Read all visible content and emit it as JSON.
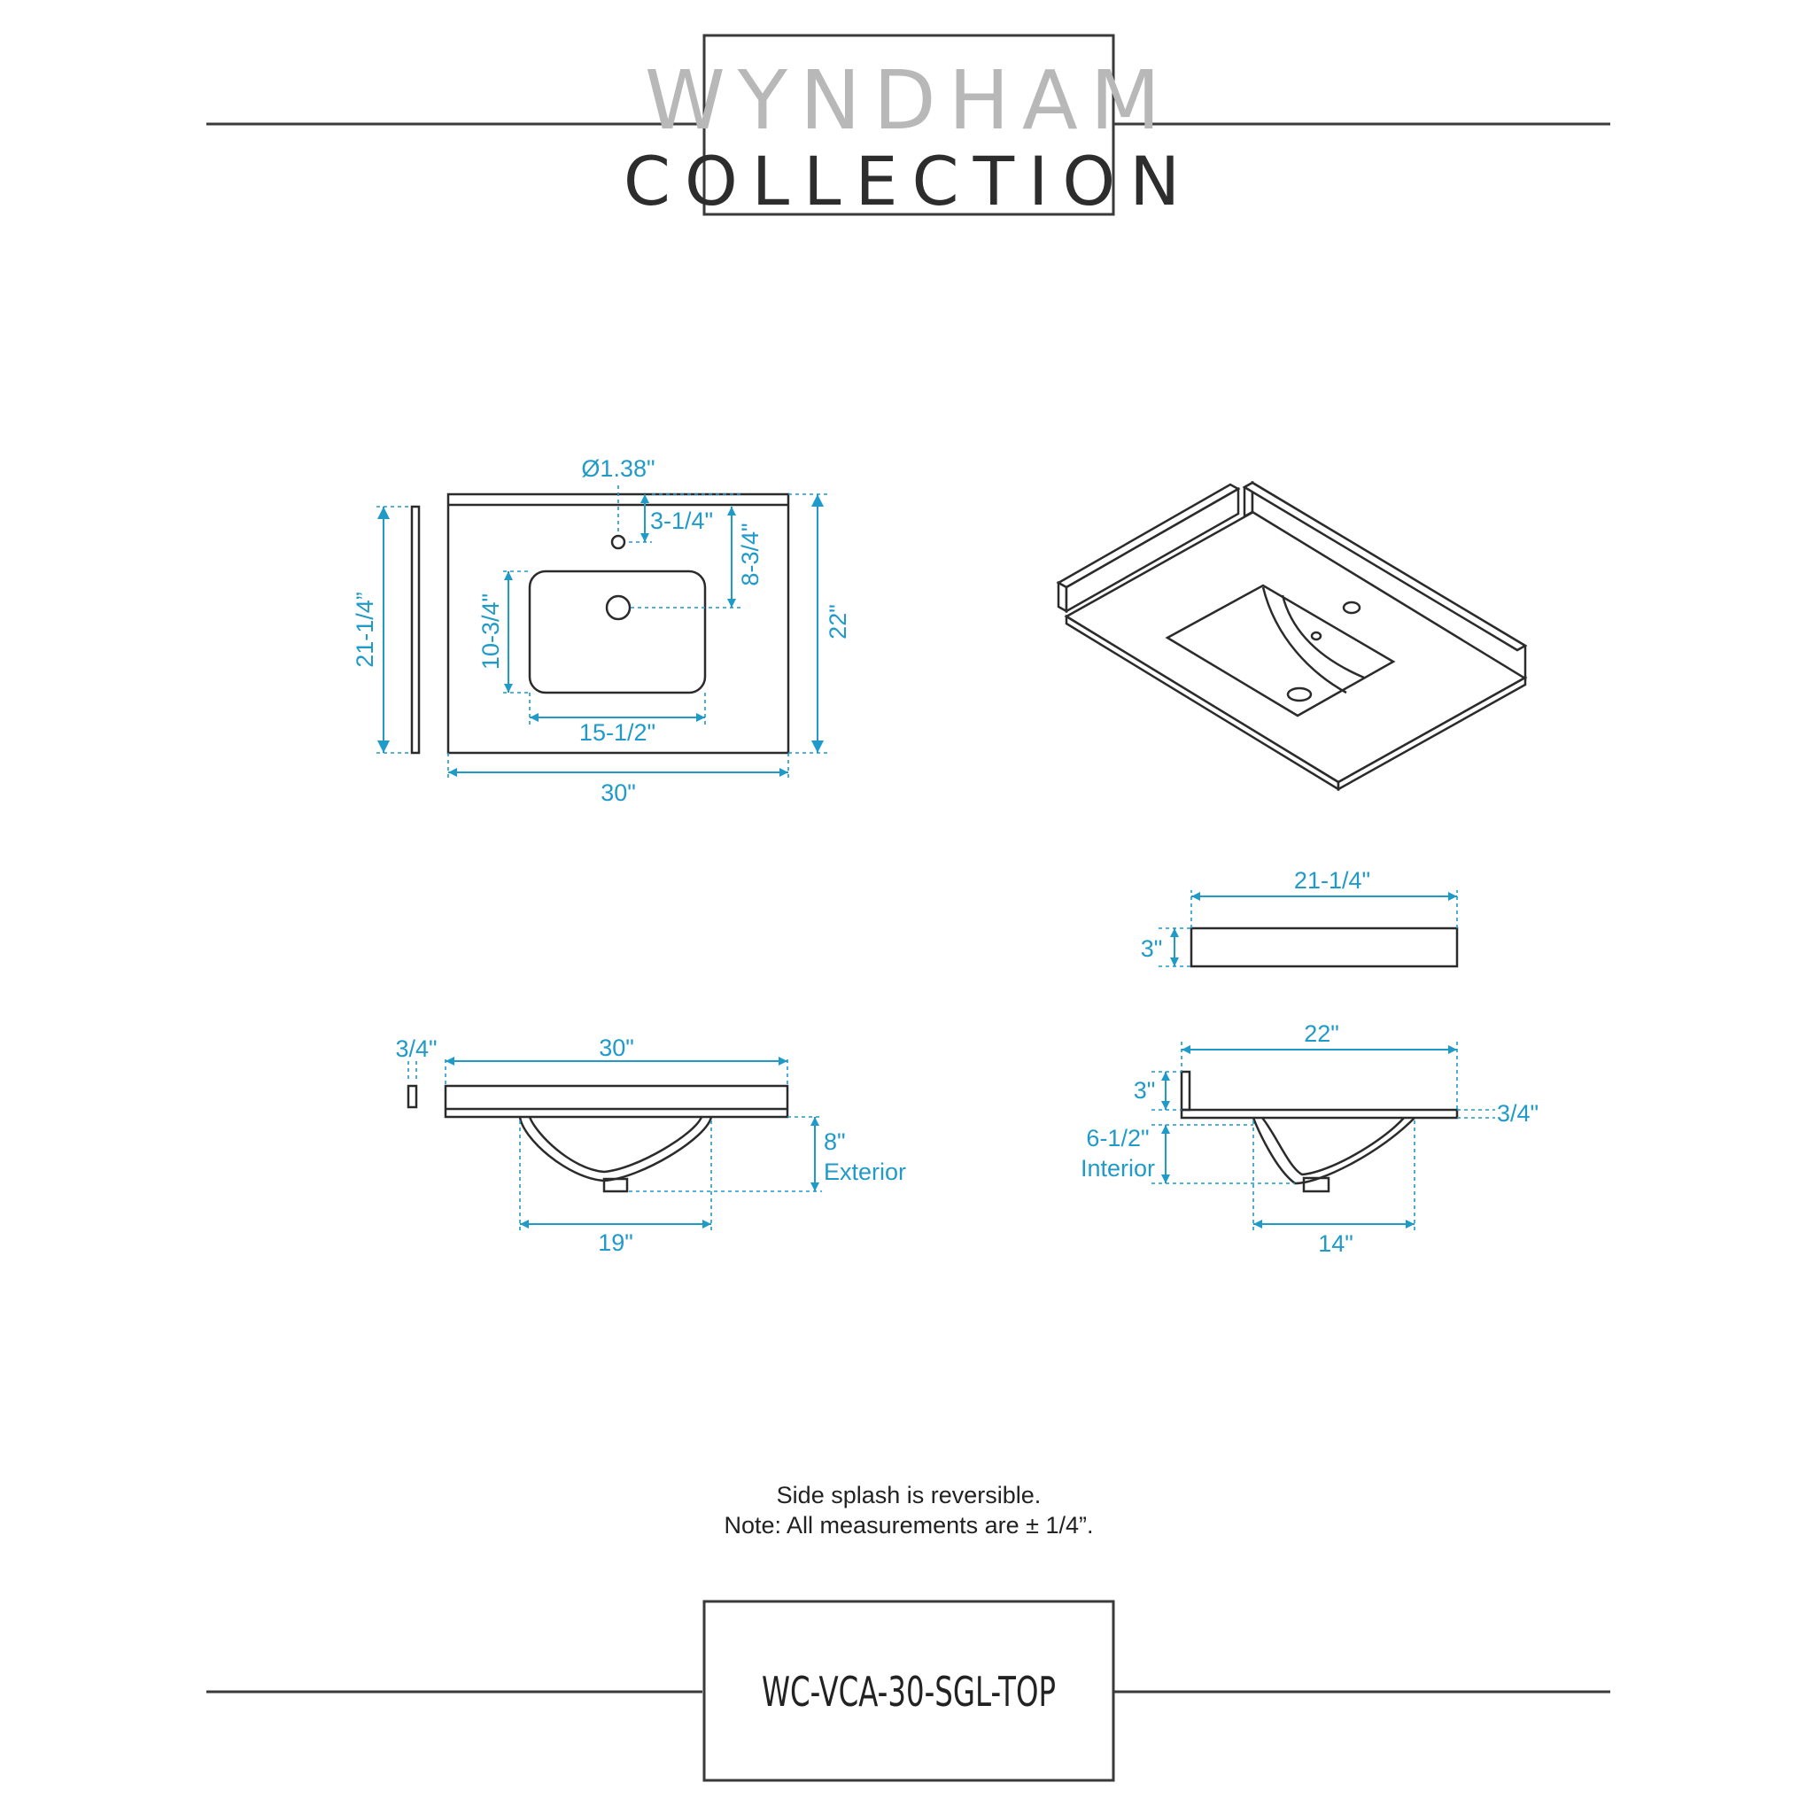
{
  "brand": {
    "line1": "WYNDHAM",
    "line2": "COLLECTION"
  },
  "model_number": "WC-VCA-30-SGL-TOP",
  "notes": {
    "line1": "Side splash is reversible.",
    "line2": "Note: All measurements are ± 1/4”."
  },
  "colors": {
    "dimension": "#1f9ac9",
    "outline": "#2b2b2b",
    "brand_gray": "#b8b8b8"
  },
  "top_view": {
    "faucet_hole_diameter": "Ø1.38\"",
    "hole_from_back": "3-1/4\"",
    "drain_from_back": "8-3/4\"",
    "basin_depth": "10-3/4\"",
    "basin_width": "15-1/2\"",
    "top_width": "30\"",
    "top_depth": "22\"",
    "side_splash_length": "21-1/4”"
  },
  "side_splash_view": {
    "length": "21-1/4\"",
    "height": "3\""
  },
  "front_view": {
    "splash_thickness": "3/4\"",
    "width": "30\"",
    "exterior_depth_value": "8\"",
    "exterior_depth_label": "Exterior",
    "bowl_width": "19\""
  },
  "side_view": {
    "depth": "22\"",
    "splash_height": "3\"",
    "top_thickness": "3/4\"",
    "interior_depth_value": "6-1/2\"",
    "interior_depth_label": "Interior",
    "bowl_width": "14\""
  }
}
